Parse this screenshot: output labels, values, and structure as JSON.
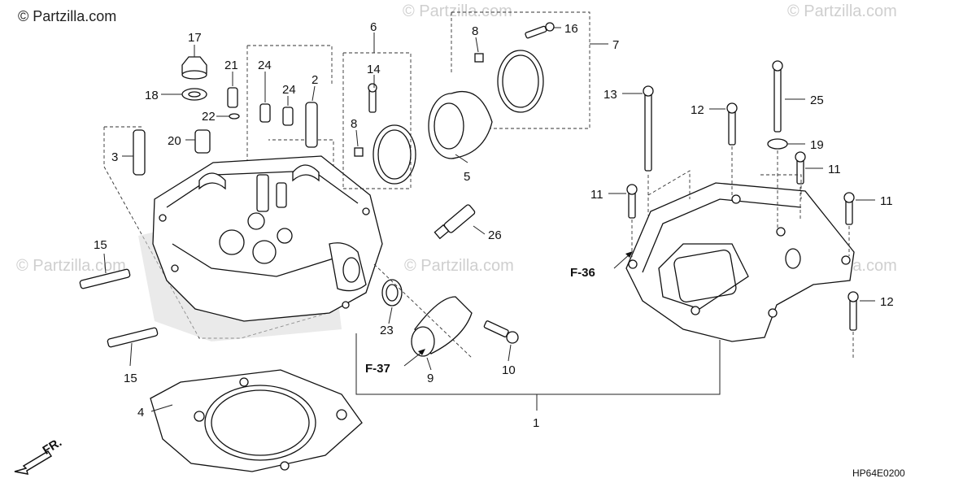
{
  "header": {
    "brand": "© Partzilla.com"
  },
  "watermarks": [
    "© Partzilla.com",
    "© Partzilla.com",
    "© Partzilla.com",
    "© Partzilla.com",
    "© Partzilla.com"
  ],
  "callouts": {
    "p1": "1",
    "p2": "2",
    "p3": "3",
    "p4": "4",
    "p5": "5",
    "p6": "6",
    "p7": "7",
    "p8a": "8",
    "p8b": "8",
    "p9": "9",
    "p10": "10",
    "p11a": "11",
    "p11b": "11",
    "p11c": "11",
    "p12a": "12",
    "p12b": "12",
    "p13": "13",
    "p14": "14",
    "p15a": "15",
    "p15b": "15",
    "p16": "16",
    "p17": "17",
    "p18": "18",
    "p19": "19",
    "p20": "20",
    "p21": "21",
    "p22": "22",
    "p23": "23",
    "p24a": "24",
    "p24b": "24",
    "p25": "25",
    "p26": "26"
  },
  "references": {
    "f36": "F-36",
    "f37": "F-37",
    "front": "FR."
  },
  "footer": {
    "diagram_code": "HP64E0200"
  }
}
